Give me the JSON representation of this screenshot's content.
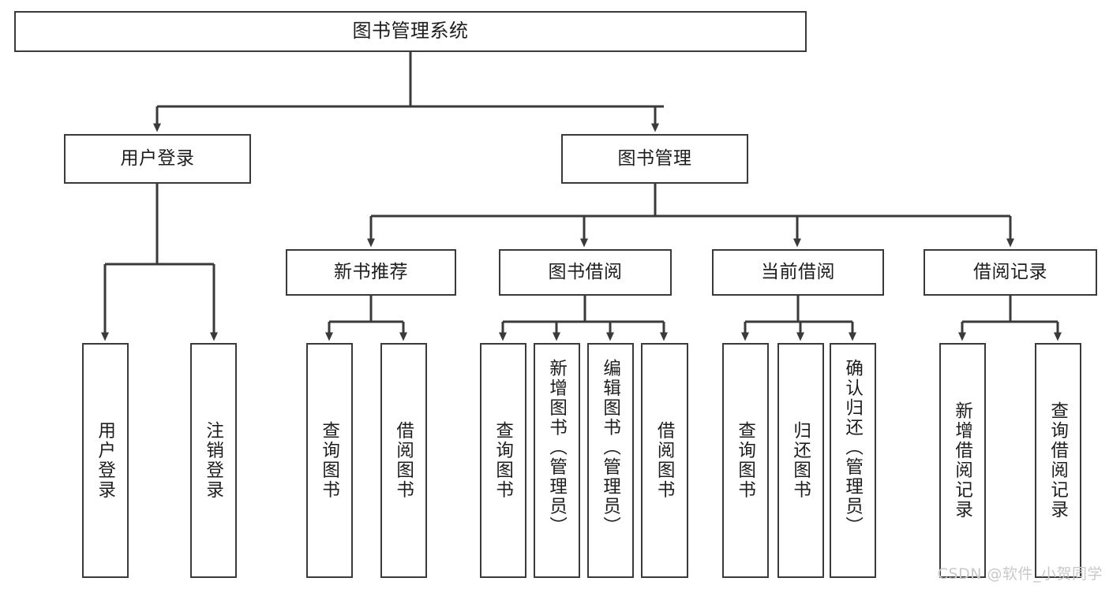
{
  "diagram": {
    "title": "图书管理系统",
    "watermark": "CSDN @软件_小贺同学",
    "line_color": "#3a3a3a",
    "box_fill": "#ffffff",
    "text_color": "#1d1d1d",
    "nodes": {
      "root": "图书管理系统",
      "level2": {
        "user_login": "用户登录",
        "book_manage": "图书管理"
      },
      "level3": {
        "new_book_recommend": "新书推荐",
        "book_borrow": "图书借阅",
        "current_borrow": "当前借阅",
        "borrow_record": "借阅记录"
      },
      "leaves": {
        "user_login_children": [
          "用户登录",
          "注销登录"
        ],
        "new_book_recommend_children": [
          "查询图书",
          "借阅图书"
        ],
        "book_borrow_children": [
          "查询图书",
          "新增图书（管理员）",
          "编辑图书（管理员）",
          "借阅图书"
        ],
        "current_borrow_children": [
          "查询图书",
          "归还图书",
          "确认归还（管理员）"
        ],
        "borrow_record_children": [
          "新增借阅记录",
          "查询借阅记录"
        ]
      }
    }
  }
}
